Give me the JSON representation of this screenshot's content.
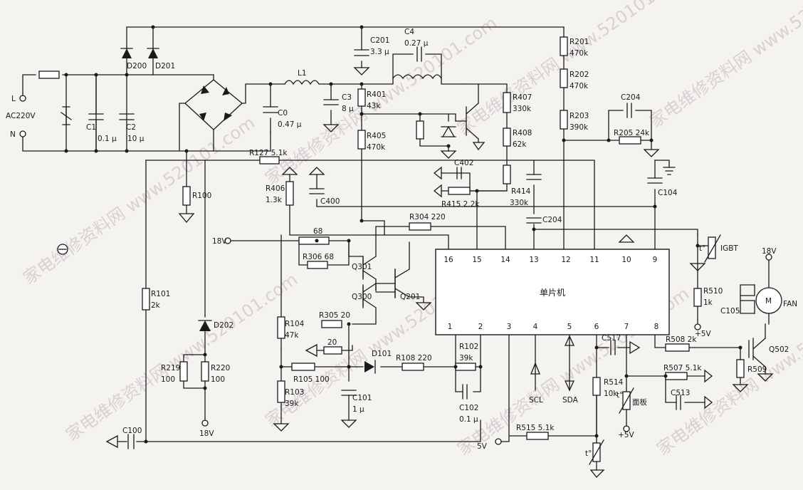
{
  "watermark": "家电维修资料网 www.520101.com",
  "chip": {
    "label": "单片机",
    "pins": [
      "16",
      "15",
      "14",
      "13",
      "12",
      "11",
      "10",
      "9",
      "1",
      "2",
      "3",
      "4",
      "5",
      "6",
      "7",
      "8"
    ]
  },
  "labels": {
    "l": "L",
    "ac220": "AC220V",
    "n": "N",
    "c1": "C1",
    "c1v": "0.1 μ",
    "c2": "C2",
    "c2v": "10 μ",
    "d200": "D200",
    "d201": "D201",
    "c0": "C0",
    "c0v": "0.47 μ",
    "l1": "L1",
    "c201": "C201",
    "c201v": "3.3 μ",
    "c4": "C4",
    "c4v": "0.27 μ",
    "c3": "C3",
    "c3v": "8 μ",
    "r401": "R401",
    "r401v": "43k",
    "r405": "R405",
    "r405v": "470k",
    "r407": "R407",
    "r407v": "330k",
    "r408": "R408",
    "r408v": "62k",
    "r201": "R201",
    "r201v": "470k",
    "r202": "R202",
    "r202v": "470k",
    "r203": "R203",
    "r203v": "390k",
    "c204a": "C204",
    "r205": "R205 24k",
    "r127": "R127 5.1k",
    "r100": "R100",
    "r406": "R406",
    "r406v": "1.3k",
    "c400": "C400",
    "c402": "C402",
    "r415": "R415 2.2k",
    "r414": "R414",
    "r414v": "330k",
    "c204b": "C204",
    "c104": "C104",
    "v18a": "18V",
    "r68": "68",
    "r306": "R306 68",
    "r304": "R304 220",
    "q301": "Q301",
    "q300": "Q300",
    "q201": "Q201",
    "igbt": "IGBT",
    "r510": "R510",
    "r510v": "1k",
    "p5va": "+5V",
    "r101": "R101",
    "r101v": "2k",
    "d202": "D202",
    "r219": "R219",
    "r219v": "100",
    "r220": "R220",
    "r220v": "100",
    "v18b": "18V",
    "r104": "R104",
    "r104v": "47k",
    "r305": "R305 20",
    "r20": "20",
    "d101": "D101",
    "r108": "R108 220",
    "r102": "R102",
    "r102v": "39k",
    "r105": "R105 100",
    "c101": "C101",
    "c101v": "1 μ",
    "c102": "C102",
    "c102v": "0.1 μ",
    "r103": "R103",
    "r103v": "39k",
    "scl": "SCL",
    "sda": "SDA",
    "c517": "C517",
    "r508": "R508 2k",
    "q502": "Q502",
    "r509": "R509",
    "r507": "R507 5.1k",
    "c513": "C513",
    "r514": "R514",
    "r514v": "10k",
    "panel": "面板",
    "p5vb": "+5V",
    "v18c": "18V",
    "c105": "C105",
    "fan": "FAN",
    "m": "M",
    "c100": "C100",
    "v5": "5V",
    "r515": "R515 5.1k",
    "t1": "t°",
    "t2": "t°",
    "t3": "t°"
  }
}
